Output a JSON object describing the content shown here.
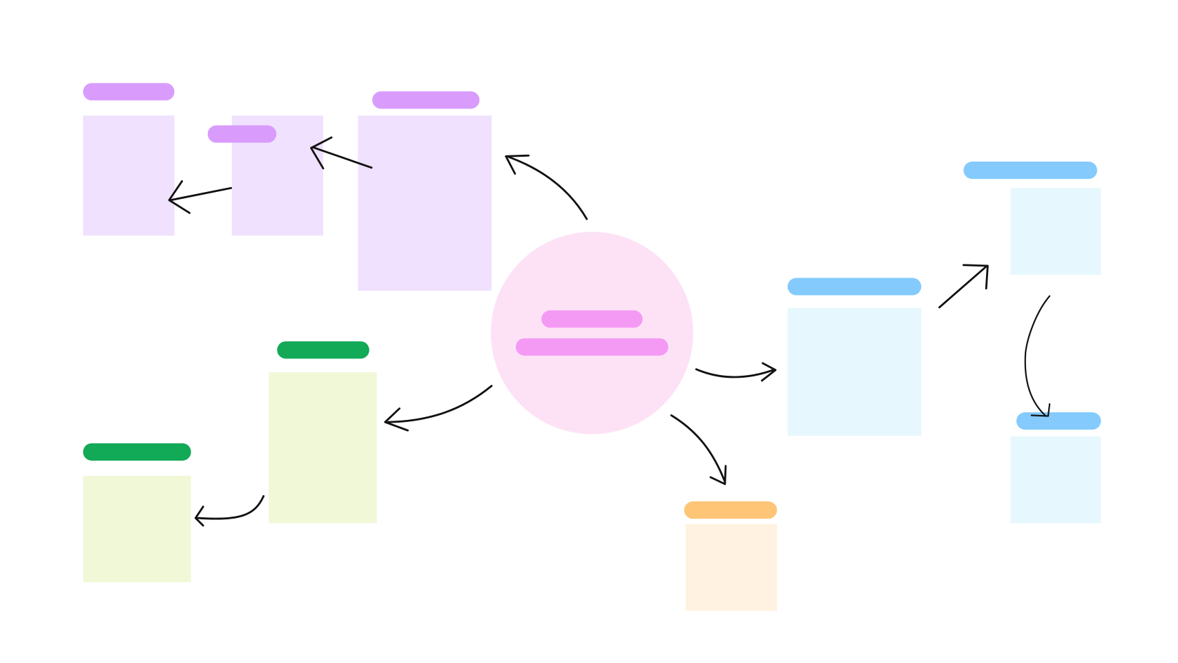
{
  "colors": {
    "background": "#ffffff",
    "purple_label": "#d99cfc",
    "purple_card": "#f0e1fe",
    "pink_center": "#fde2f6",
    "pink_label": "#f59af4",
    "green_label": "#12a957",
    "green_card": "#f0f8d8",
    "orange_label": "#fdc575",
    "orange_card": "#fff2e0",
    "blue_label": "#84cafd",
    "blue_card": "#e6f8fe",
    "arrow": "#111111"
  },
  "nodes": {
    "center": {
      "shape": "circle",
      "label_bars": 2
    },
    "purple_branch": 3,
    "green_branch": 2,
    "orange_branch": 1,
    "blue_branch": 3
  }
}
